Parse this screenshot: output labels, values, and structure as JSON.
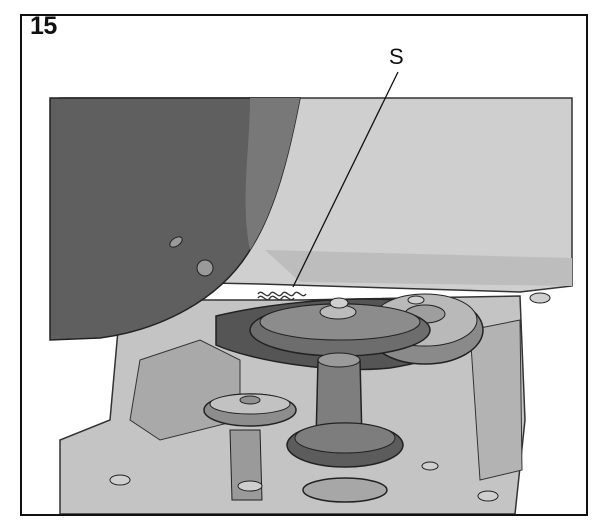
{
  "figure": {
    "number": "15",
    "callouts": [
      {
        "label": "S",
        "refers_to": "spring"
      }
    ]
  },
  "colors": {
    "frame": "#111111",
    "deck": "#c9c9c9",
    "deck_shadow": "#9c9c9c",
    "engine_dark": "#5b5b5b",
    "pulley": "#7a7a7a",
    "pulley_light": "#bdbdbd",
    "belt": "#4f4f4f"
  }
}
